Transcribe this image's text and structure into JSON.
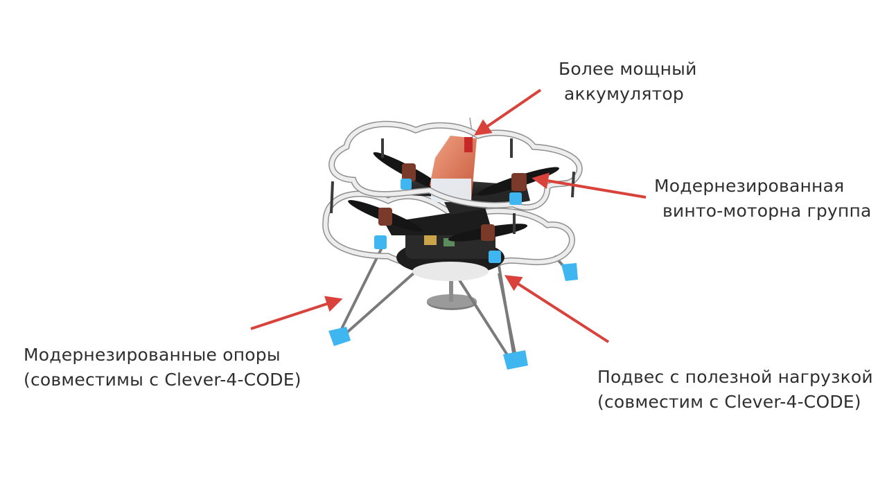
{
  "annotations": {
    "battery": {
      "line1": "Более мощный",
      "line2": "аккумулятор"
    },
    "motor_group": {
      "line1": "Модернезированная",
      "line2": "винто-моторна группа"
    },
    "legs": {
      "line1": "Модернезированные опоры",
      "line2": "(совместимы с Clever-4-CODE)"
    },
    "payload": {
      "line1": "Подвес с полезной нагрузкой",
      "line2": "(совместим с Clever-4-CODE)"
    }
  },
  "colors": {
    "arrow": "#d9413b",
    "guard": "#e6e6e6",
    "guard_edge": "#8a8a8a",
    "frame": "#2b2b2b",
    "foot": "#3fb6f0",
    "motor": "#7a3a2a",
    "battery": "#e07f5e",
    "text": "#2f2f2f"
  }
}
